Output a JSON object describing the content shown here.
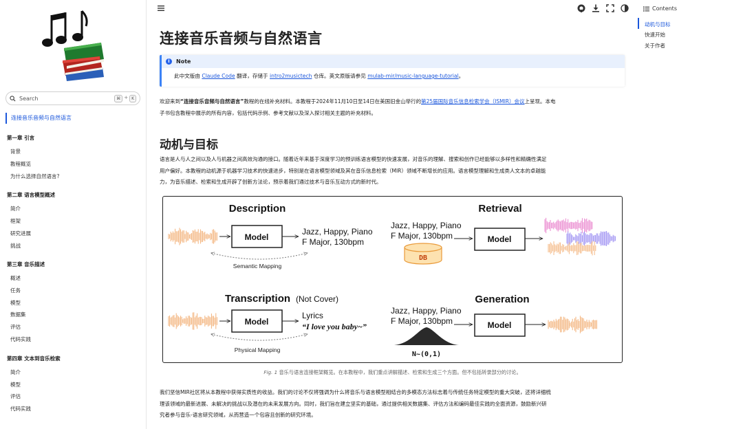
{
  "sidebar": {
    "search_placeholder": "Search",
    "search_key1": "⌘",
    "search_plus": "+",
    "search_key2": "K",
    "current": "连接音乐音频与自然语言",
    "chapters": [
      {
        "title": "第一章 引言",
        "items": [
          "背景",
          "教程概览",
          "为什么选择自然语言?"
        ]
      },
      {
        "title": "第二章 语言模型概述",
        "items": [
          "简介",
          "框架",
          "研究进展",
          "挑战"
        ]
      },
      {
        "title": "第三章 音乐描述",
        "items": [
          "概述",
          "任务",
          "模型",
          "数据集",
          "评估",
          "代码实践"
        ]
      },
      {
        "title": "第四章 文本到音乐检索",
        "items": [
          "简介",
          "模型",
          "评估",
          "代码实践"
        ]
      }
    ]
  },
  "main": {
    "title": "连接音乐音频与自然语言",
    "note": {
      "label": "Note",
      "text1": "此中文版由 ",
      "link1": "Claude Code",
      "text2": " 翻译，存储于 ",
      "link2": "intro2musictech",
      "text3": " 仓库。英文原版请参见 ",
      "link3": "mulab-mir/music-language-tutorial",
      "text4": "。"
    },
    "intro": {
      "a": "欢迎来到",
      "bold": "“连接音乐音频与自然语言”",
      "b": "教程的在线补充材料。本教程于2024年11月10日至14日在美国旧金山举行的",
      "link": "第25届国际音乐信息检索学会（ISMIR）会议",
      "c": "上呈现。本电",
      "line2": "子书包含教程中展示的所有内容，包括代码示例、参考文献以及深入探讨相关主题的补充材料。"
    },
    "section_title": "动机与目标",
    "motivation": [
      "语言是人与人之间以及人与机器之间高效沟通的接口。随着近年来基于深度学习的预训练语言模型的快速发展，对音乐的理解、搜索和创作已经能够以多样性和精确性满足",
      "用户偏好。本教程的动机源于机器学习技术的快速进步，特别是在语言模型领域及其在音乐信息检索（MIR）领域不断增长的应用。语言模型理解和生成类人文本的卓越能",
      "力，为音乐描述、检索和生成开辟了创新方法论，预示着我们通过技术与音乐互动方式的新时代。"
    ],
    "figure": {
      "description": "Description",
      "retrieval": "Retrieval",
      "transcription": "Transcription",
      "not_cover": "(Not Cover)",
      "generation": "Generation",
      "model": "Model",
      "tags1": "Jazz, Happy, Piano",
      "tags2": "F Major, 130bpm",
      "semantic_mapping": "Semantic Mapping",
      "physical_mapping": "Physical Mapping",
      "db": "DB",
      "lyrics": "Lyrics",
      "lyrics_text": "“I love you baby~”",
      "noise": "N~(0,1)"
    },
    "caption_prefix": "Fig. 1",
    "caption": " 音乐与语言连接框架概览。在本教程中，我们重点讲解描述、检索和生成三个方面。但不包括转录部分的讨论。",
    "closing": [
      "我们坚信MIR社区将从本教程中获得实质性的收益。我们的讨论不仅将强调为什么将音乐与语言模型相结合的多模态方法标志着与传统任务特定模型的重大突破，还将详细梳",
      "理该领域的最新进展、未解决的挑战以及潜在的未来发展方向。同时，我们旨在建立坚实的基础，通过提供相关数据集、评估方法和编码最佳实践的全面资源，鼓励新兴研",
      "究者参与音乐-语言研究领域，从而营造一个包容且创新的研究环境。"
    ]
  },
  "toc": {
    "label": "Contents",
    "items": [
      "动机与目标",
      "快速开始",
      "关于作者"
    ]
  },
  "colors": {
    "accent": "#1a56db",
    "waveform_orange": "#f3b27a",
    "waveform_pink": "#e879c9",
    "waveform_purple": "#8b7cf0",
    "db_fill": "#fde2b0",
    "db_stroke": "#e99a3a"
  },
  "icons": [
    "menu-icon",
    "github-icon",
    "download-icon",
    "fullscreen-icon",
    "theme-icon",
    "search-icon",
    "info-icon",
    "list-icon"
  ]
}
